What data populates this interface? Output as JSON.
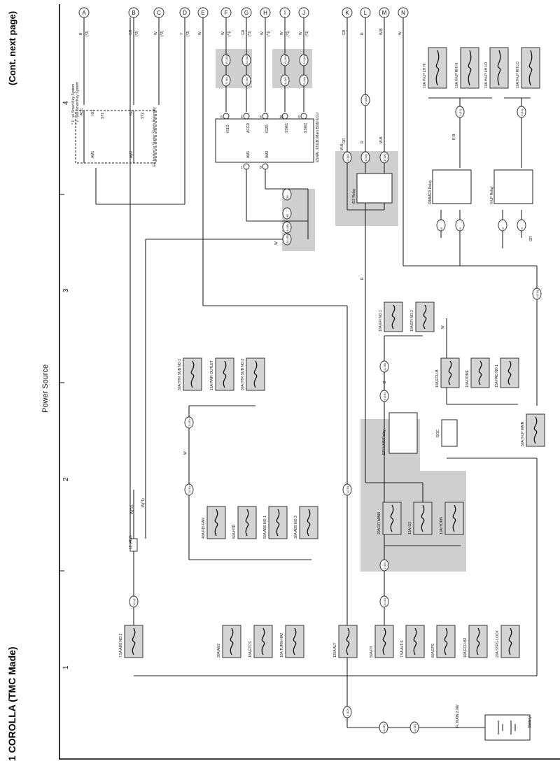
{
  "header": {
    "page_title": "1 COROLLA (TMC Made)",
    "continuation": "(Cont. next page)",
    "section_title": "Power Source"
  },
  "grid_numbers": [
    "1",
    "2",
    "3",
    "4"
  ],
  "notes": [
    "* 1 : w/ Smart Key System",
    "* 2 : w/o Smart Key System"
  ],
  "letters": [
    "A",
    "B",
    "C",
    "D",
    "E",
    "F",
    "G",
    "H",
    "I",
    "J",
    "K",
    "L",
    "M",
    "N"
  ],
  "letter_wires": {
    "A": [
      "B",
      "(*2)"
    ],
    "B": [
      "GR",
      "(*2)"
    ],
    "C": [
      "W",
      "(*2)"
    ],
    "D": [
      "Y",
      "(*2)"
    ],
    "E": [
      "W",
      ""
    ],
    "F": [
      "W",
      "(*1)"
    ],
    "G": [
      "GR",
      "(*1)"
    ],
    "H": [
      "W",
      "(*1)"
    ],
    "I": [
      "W",
      "(*1)"
    ],
    "J": [
      "W",
      "(*1)"
    ],
    "K": [
      "GR",
      ""
    ],
    "L": [
      "R",
      ""
    ],
    "M": [
      "W-B",
      ""
    ],
    "N": [
      "W",
      ""
    ]
  },
  "ignition_switch": {
    "name": "E4 Ignition or Starter Switch Assembly",
    "terminals": [
      "ACC",
      "IG1",
      "ST1",
      "IG2",
      "ST2",
      "AM1",
      "AM2"
    ],
    "wire_top": [
      "B(*2)",
      "W",
      "GR",
      "(*2)",
      "(*2)",
      "(*2)"
    ],
    "wire_bottom": [
      "Y",
      "W",
      "(*2)",
      "(*2)"
    ]
  },
  "main_body_ecu": {
    "name": "E50(A), E51(B) Main Body ECU",
    "terminals": [
      "IG1D",
      "ACCD",
      "IG2D",
      "SSW1",
      "SSW2",
      "AM1",
      "AM2"
    ],
    "pins": [
      "6",
      "4",
      "5",
      "10",
      "9",
      "1",
      "8"
    ]
  },
  "ecu_connectors": {
    "top_left": [
      "55 (3A)",
      "54 (3A)",
      "7 (3A)",
      "6 (3A)"
    ],
    "top_right": [
      "15 (3A)",
      "14 (3A)",
      "3 (3A)",
      "2 (3A)"
    ],
    "lower": [
      "3B",
      "3B",
      "9 (3B)",
      "58 (3B)"
    ],
    "lower_wire": [
      "W",
      "(*1)"
    ]
  },
  "ig2_relay": {
    "name": "IG2 Relay",
    "pins": [
      "2 (1A)",
      "4 (1A)",
      "3 (1A)"
    ],
    "wires": [
      "GR",
      "R",
      "W-B"
    ]
  },
  "ae3_connector": [
    "1 (AE3)",
    "18 (AE3)"
  ],
  "fuses": {
    "top_row": [
      "10A H-LP LH HI",
      "10A H-LP RH HI",
      "10A H-LP LH LO",
      "10A H-LP RH LO"
    ],
    "relays": [
      "DIMMER Relay",
      "H-LP Relay"
    ],
    "efi_group": [
      "10A EFI NO.1",
      "10A EFI NO.2"
    ],
    "ecu_b_group": [
      "10A ECU-B",
      "10A DOME",
      "15A PAD NO.1"
    ],
    "htr_group": [
      "30A HTR SUB NO.1",
      "15A PWR OUTLET",
      "30A HTR SUB NO.3"
    ],
    "rdi_group": [
      "40A RDI FAN",
      "50A HTR",
      "50A ABS NO.1",
      "30A ABS NO.3"
    ],
    "efi_main_group": [
      "20A EFI MAIN",
      "15A IG2",
      "10A HORN"
    ],
    "efi_main_relay": "EFI MAIN Relay",
    "doc": "DOC",
    "hlp_main": "50A H-LP MAIN",
    "bottom_row": [
      "7.5A AM2 NO.2",
      "30A AM2",
      "10A ETCS",
      "10A TURN-HAZ",
      "120A ALT",
      "50A P/I",
      "7.5A ALT-S",
      "60A EPS",
      "10A ECU-B2",
      "20A STRG LOCK"
    ]
  },
  "fusible_link": "FL MAIN 3.0W",
  "battery": "Battery",
  "wire_labels": {
    "w_star": [
      "W(*2)",
      "W(*1)"
    ],
    "misc": [
      "W",
      "B",
      "R",
      "R-B",
      "GR",
      "W-B",
      "W"
    ]
  },
  "conn_labels": [
    "1 (1J)",
    "1 (1F)",
    "1 (1K)",
    "1 (1D)",
    "1 (1E)",
    "1 (1B)",
    "3 (1G)",
    "1 (1D)",
    "4 (1B)",
    "4 (1D)",
    "1 (1J)",
    "3 (1J)"
  ]
}
